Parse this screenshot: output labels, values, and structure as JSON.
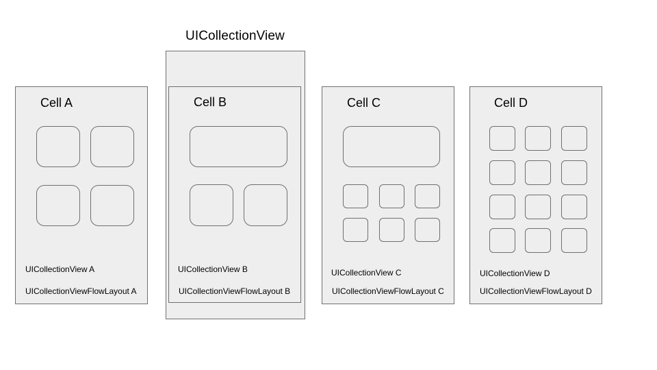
{
  "title": "UICollectionView",
  "cells": [
    {
      "title": "Cell A",
      "view_label": "UICollectionView A",
      "layout_label": "UICollectionViewFlowLayout A"
    },
    {
      "title": "Cell B",
      "view_label": "UICollectionView B",
      "layout_label": "UICollectionViewFlowLayout B"
    },
    {
      "title": "Cell C",
      "view_label": "UICollectionView C",
      "layout_label": "UICollectionViewFlowLayout C"
    },
    {
      "title": "Cell D",
      "view_label": "UICollectionView D",
      "layout_label": "UICollectionViewFlowLayout D"
    }
  ]
}
